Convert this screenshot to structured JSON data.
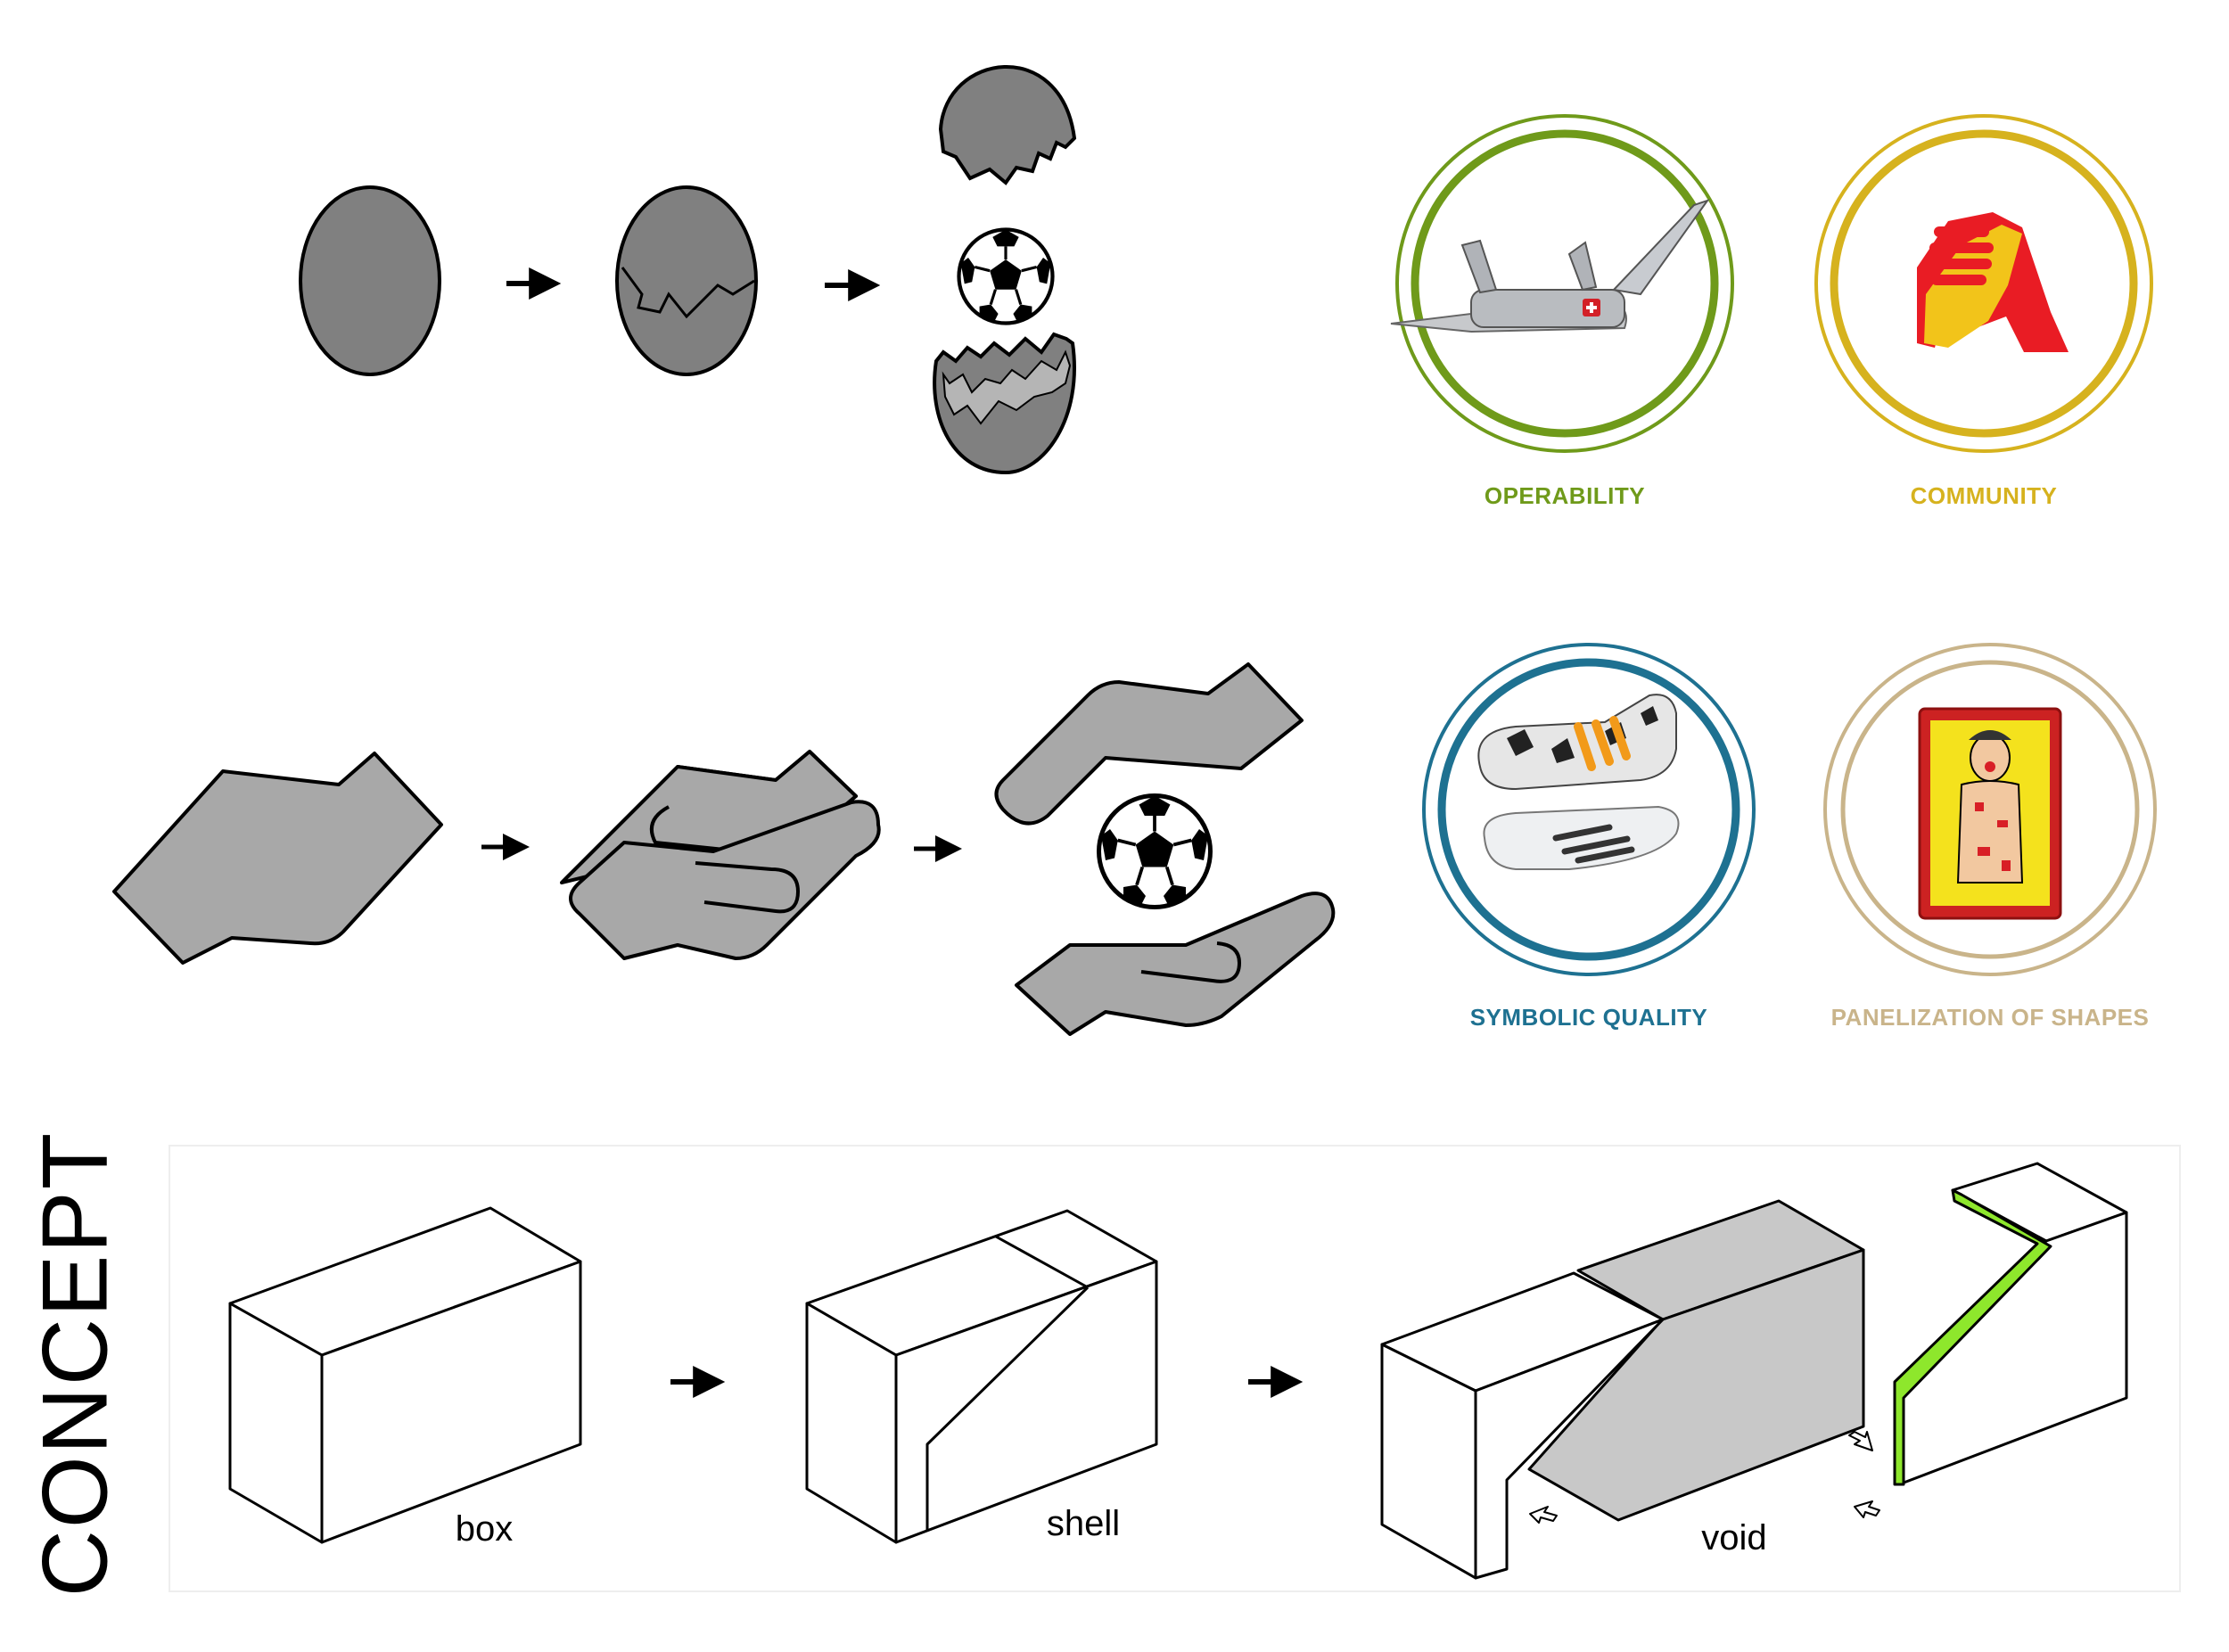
{
  "title": "CONCEPT",
  "stage_labels": {
    "box": "box",
    "shell": "shell",
    "void": "void"
  },
  "attributes": [
    {
      "label": "OPERABILITY",
      "color": "#6f9a1a",
      "icon": "swiss-army-knife-icon"
    },
    {
      "label": "COMMUNITY",
      "color": "#d6b21e",
      "icon": "handshake-icon"
    },
    {
      "label": "SYMBOLIC QUALITY",
      "color": "#1e7191",
      "icon": "football-boots-icon"
    },
    {
      "label": "PANELIZATION OF SHAPES",
      "color": "#c9b48a",
      "icon": "operation-game-board-icon"
    }
  ],
  "colors": {
    "shape_fill": "#808080",
    "hand_fill": "#a8a8a8",
    "void_fill": "#c8c8c8",
    "accent_green": "#8ee72c"
  }
}
